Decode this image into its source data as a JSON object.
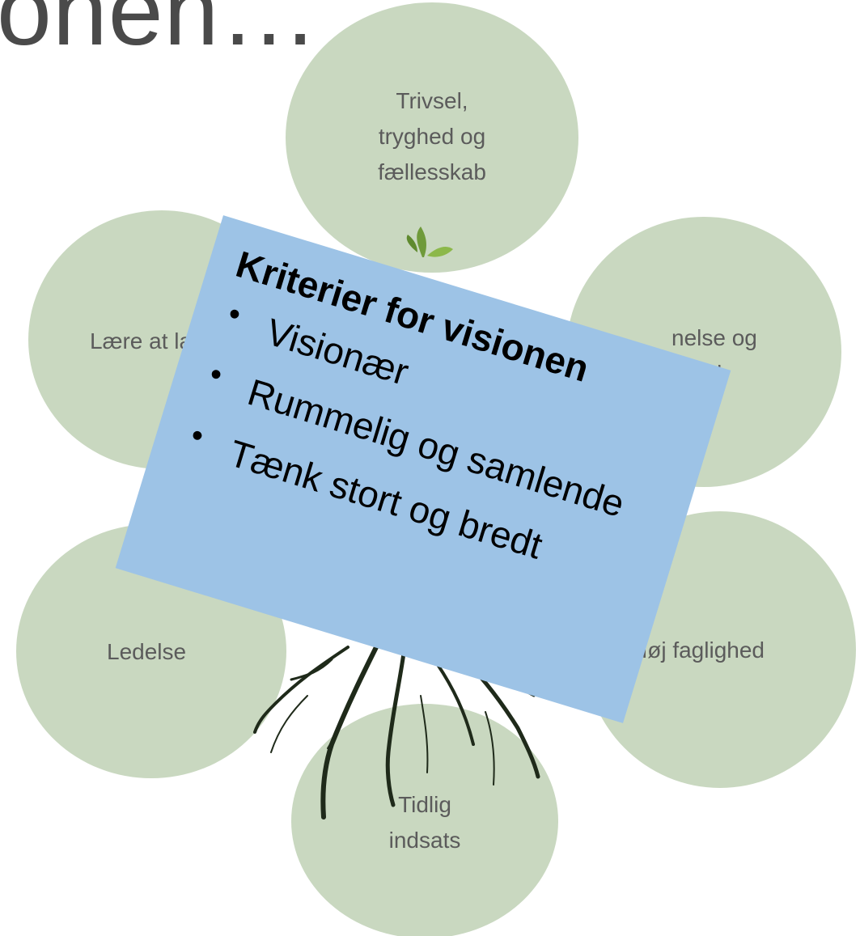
{
  "title": "onen…",
  "circles": {
    "top": "Trivsel,\ntryghed og\nfællesskab",
    "left": "Lære at la",
    "right": "nelse og\nghed",
    "lower_left": "Ledelse",
    "lower_right": "Høj faglighed",
    "bottom": "Tidlig\nindsats"
  },
  "card": {
    "heading": "Kriterier for visionen",
    "items": [
      "Visionær",
      "Rummelig og samlende",
      "Tænk stort og bredt"
    ]
  },
  "colors": {
    "circle_fill": "#c9d8c0",
    "card_fill": "#9dc3e6",
    "circle_text": "#5b5b5b",
    "title_text": "#4a4a4a"
  },
  "icons": [
    "tree-sprout-icon",
    "tree-roots-icon"
  ]
}
